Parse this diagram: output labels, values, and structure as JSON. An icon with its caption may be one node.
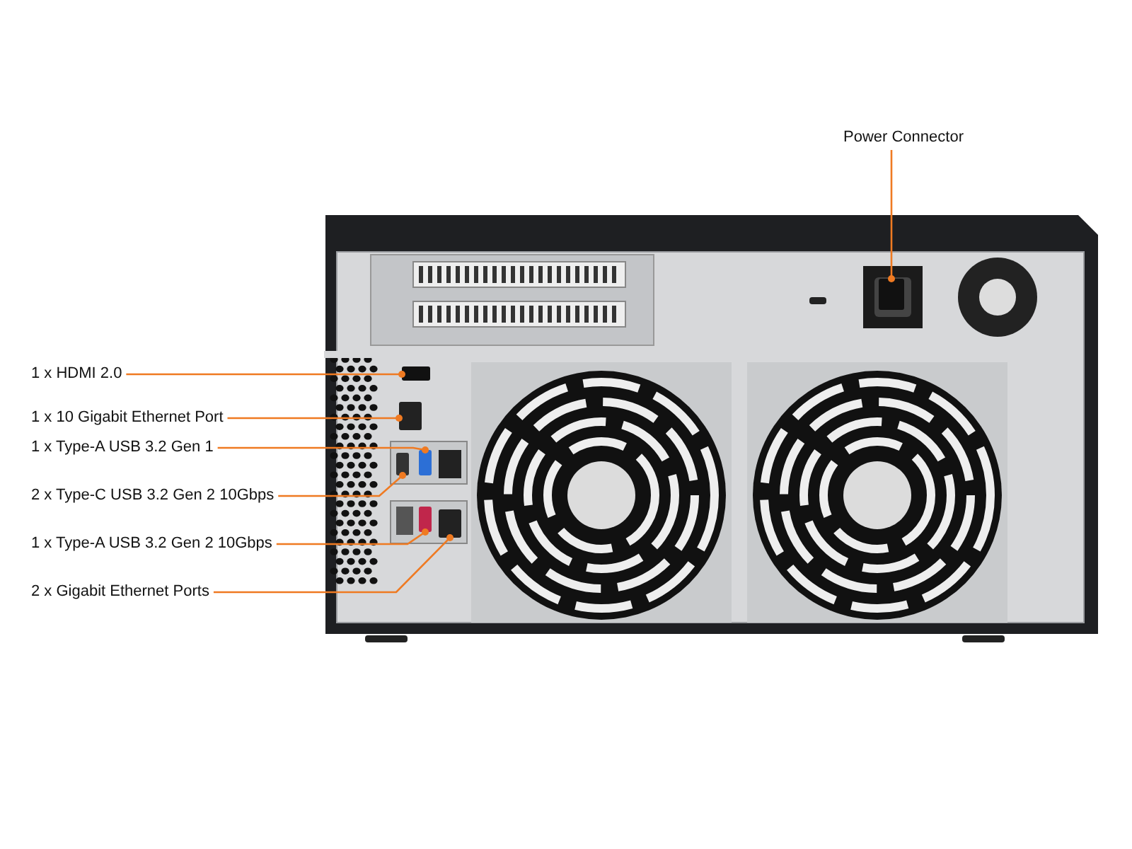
{
  "diagram": {
    "nodes": [
      {
        "text": [
          "Power Connector"
        ]
      },
      {
        "text": [
          "1 x HDMI 2.0"
        ]
      },
      {
        "text": [
          "1 x 10 Gigabit Ethernet Port"
        ]
      },
      {
        "text": [
          "1 x Type-A USB 3.2 Gen 1"
        ]
      },
      {
        "text": [
          "2 x Type-C USB 3.2 Gen 2 10Gbps"
        ]
      },
      {
        "text": [
          "1 x Type-A USB 3.2 Gen 2 10Gbps"
        ]
      },
      {
        "text": [
          "2 x Gigabit Ethernet Ports"
        ]
      },
      {
        "text": [],
        "shape": "box"
      },
      {
        "text": [],
        "shape": "box"
      },
      {
        "text": [],
        "shape": "box"
      },
      {
        "text": [],
        "shape": "box"
      },
      {
        "text": [],
        "shape": "box"
      },
      {
        "text": [],
        "shape": "box"
      },
      {
        "text": [],
        "shape": "box"
      }
    ],
    "edges": [
      {
        "from": 0,
        "to": 7,
        "arrow": "other"
      },
      {
        "from": 1,
        "to": 8,
        "arrow": "other"
      },
      {
        "from": 2,
        "to": 9,
        "arrow": "other"
      },
      {
        "from": 3,
        "to": 10,
        "arrow": "other"
      },
      {
        "from": 4,
        "to": 11,
        "arrow": "other"
      },
      {
        "from": 5,
        "to": 12,
        "arrow": "other"
      },
      {
        "from": 6,
        "to": 13,
        "arrow": "other"
      }
    ]
  }
}
